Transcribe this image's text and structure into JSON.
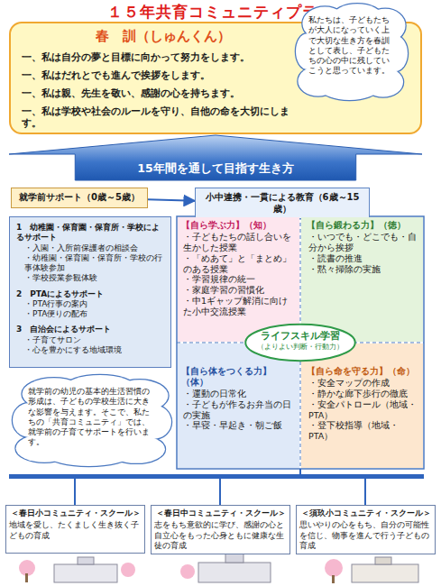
{
  "diagram": {
    "title": "１５年共育コミュニティプラン",
    "nodes": [
      {
        "text": [
          "春　訓（しゅんくん）",
          "一、私は自分の夢と目標に向かって努力をします。",
          "一、私はだれとでも進んで挨拶をします。",
          "一、私は親、先生を敬い、感謝の心を持ちます。",
          "一、私は学校や社会のルールを守り、自他の命を大切にします。"
        ]
      },
      {
        "text": [
          "私たちは、子どもたちが大人になっていく上で大切な生き方を春訓として表し、子どもたちの心の中に残していこうと思っています。"
        ],
        "in": 0
      },
      {
        "text": [
          "15年間を通して目指す生き方"
        ]
      },
      {
        "text": [
          "就学前サポート（0歳～5歳）"
        ]
      },
      {
        "text": [
          "小中連携・一貫による教育（6歳～15歳）"
        ]
      },
      {
        "text": [
          "1　幼稚園・保育園・保育所・学校によるサポート",
          "・入園・入所前保護者の相談会",
          "・幼稚園・保育園・保育所・学校の行事体験参加",
          "・学校授業参観体験",
          "2　PTAによるサポート",
          "・PTA行事の案内",
          "・PTA便りの配布",
          "3　自治会によるサポート",
          "・子育てサロン",
          "・心を豊かにする地域環境"
        ]
      },
      {
        "text": [
          "就学前の幼児の基本的生活習慣の形成は、子どもの学校生活に大きな影響を与えます。そこで、私たちの「共育コミュニティ」では、就学前の子育てサポートを行います。"
        ]
      },
      {
        "text": [
          "【自ら学ぶ力】（知）",
          "・子どもたちの話し合いを生かした授業",
          "・「めあて」と「まとめ」のある授業",
          "・学習規律の統一",
          "・家庭学習の習慣化",
          "・中1ギャップ解消に向けた小中交流授業"
        ]
      },
      {
        "text": [
          "【自ら鍛わる力】（徳）",
          "・いつでも・どこでも・自分から挨拶",
          "・読書の推進",
          "・黙々掃除の実施"
        ]
      },
      {
        "text": [
          "【自ら体をつくる力】（体）",
          "・運動の日常化",
          "・子どもが作るお弁当の日の実施",
          "・早寝・早起き・朝ご飯"
        ]
      },
      {
        "text": [
          "【自ら命を守る力】（命）",
          "・安全マップの作成",
          "・静かな廊下歩行の徹底",
          "・安全パトロール（地域・PTA）",
          "・登下校指導（地域・PTA）"
        ]
      },
      {
        "text": [
          "ライフスキル学習",
          "（よりよい判断・行動力）"
        ]
      },
      {
        "text": [
          "＜春日小コミュニティ・スクール＞",
          "地域を愛し、たくましく生き抜く子どもの育成"
        ]
      },
      {
        "text": [
          "＜春日中コミュニティ・スクール＞",
          "志をもち意欲的に学び、感謝の心と自立心をもった心身ともに健康な生徒の育成"
        ]
      },
      {
        "text": [
          "＜須玖小コミュニティ・スクール＞",
          "思いやりの心をもち、自分の可能性を信じ、物事を進んで行う子どもの育成"
        ]
      }
    ],
    "edges": [
      {
        "from": 3,
        "to": 4,
        "arrow": "to"
      }
    ]
  }
}
